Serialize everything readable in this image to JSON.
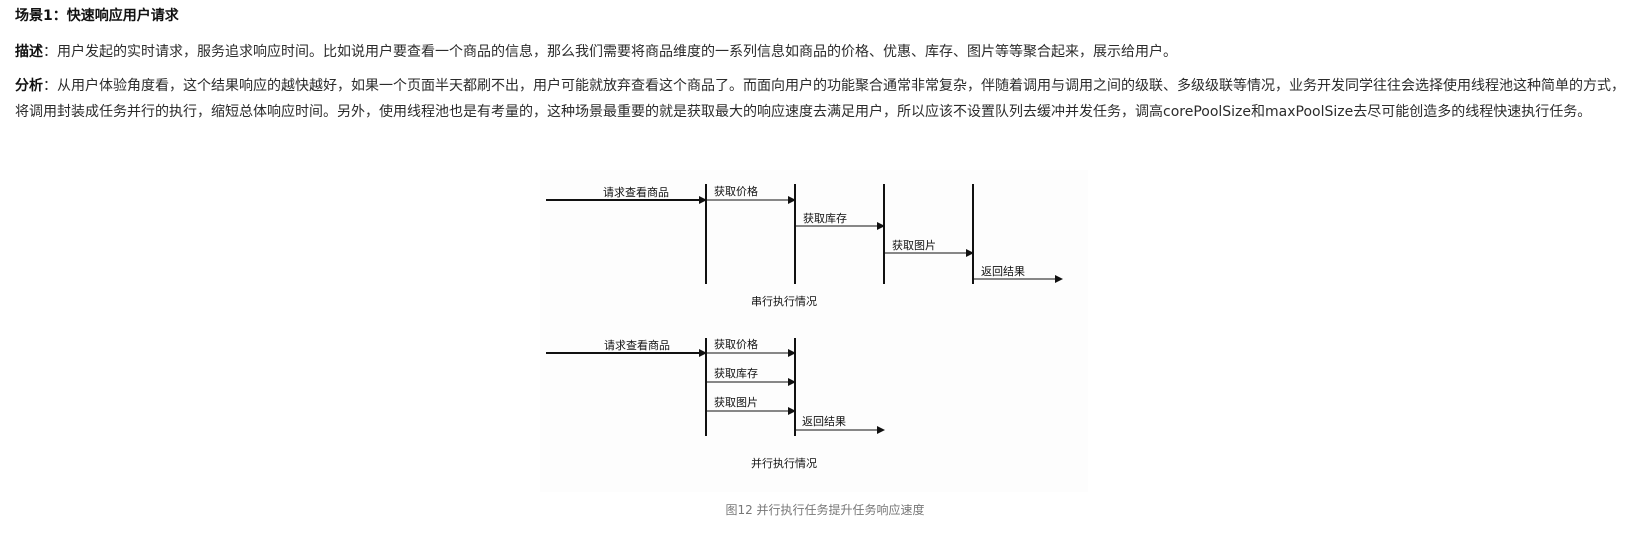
{
  "heading": "场景1：快速响应用户请求",
  "description": {
    "label": "描述",
    "colon": "：",
    "text": "用户发起的实时请求，服务追求响应时间。比如说用户要查看一个商品的信息，那么我们需要将商品维度的一系列信息如商品的价格、优惠、库存、图片等等聚合起来，展示给用户。"
  },
  "analysis": {
    "label": "分析",
    "colon": "：",
    "text": "从用户体验角度看，这个结果响应的越快越好，如果一个页面半天都刷不出，用户可能就放弃查看这个商品了。而面向用户的功能聚合通常非常复杂，伴随着调用与调用之间的级联、多级级联等情况，业务开发同学往往会选择使用线程池这种简单的方式，将调用封装成任务并行的执行，缩短总体响应时间。另外，使用线程池也是有考量的，这种场景最重要的就是获取最大的响应速度去满足用户，所以应该不设置队列去缓冲并发任务，调高corePoolSize和maxPoolSize去尽可能创造多的线程快速执行任务。"
  },
  "serial_diagram": {
    "title": "串行执行情况",
    "steps": [
      "请求查看商品",
      "获取价格",
      "获取库存",
      "获取图片",
      "返回结果"
    ]
  },
  "parallel_diagram": {
    "title": "并行执行情况",
    "steps": [
      "请求查看商品",
      "获取价格",
      "获取库存",
      "获取图片",
      "返回结果"
    ]
  },
  "caption": "图12 并行执行任务提升任务响应速度"
}
